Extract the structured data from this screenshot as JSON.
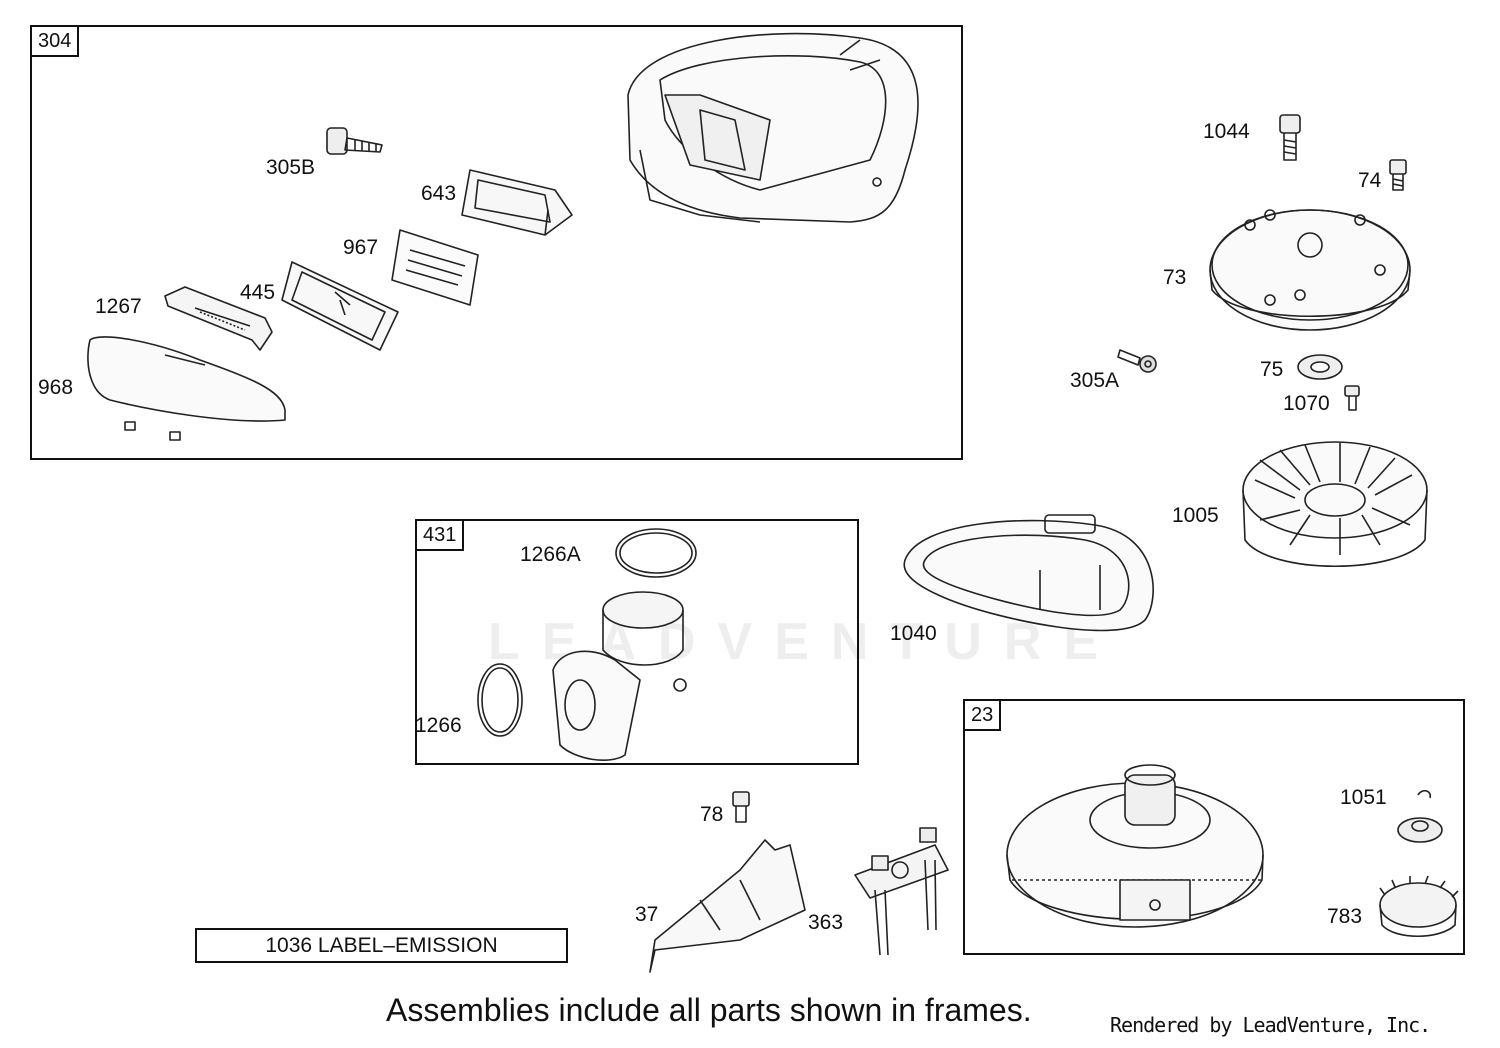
{
  "frames": {
    "f304": "304",
    "f431": "431",
    "f23": "23"
  },
  "parts": {
    "p305B": "305B",
    "p643": "643",
    "p967": "967",
    "p445": "445",
    "p1267": "1267",
    "p968": "968",
    "p1044": "1044",
    "p74": "74",
    "p73": "73",
    "p305A": "305A",
    "p75": "75",
    "p1070": "1070",
    "p1005": "1005",
    "p1266A": "1266A",
    "p1266": "1266",
    "p1040": "1040",
    "p78": "78",
    "p37": "37",
    "p363": "363",
    "p1051": "1051",
    "p783": "783"
  },
  "emission_label": "1036 LABEL–EMISSION",
  "caption": "Assemblies include all parts shown in frames.",
  "credit": "Rendered by LeadVenture, Inc.",
  "watermark": "LEADVENTURE"
}
